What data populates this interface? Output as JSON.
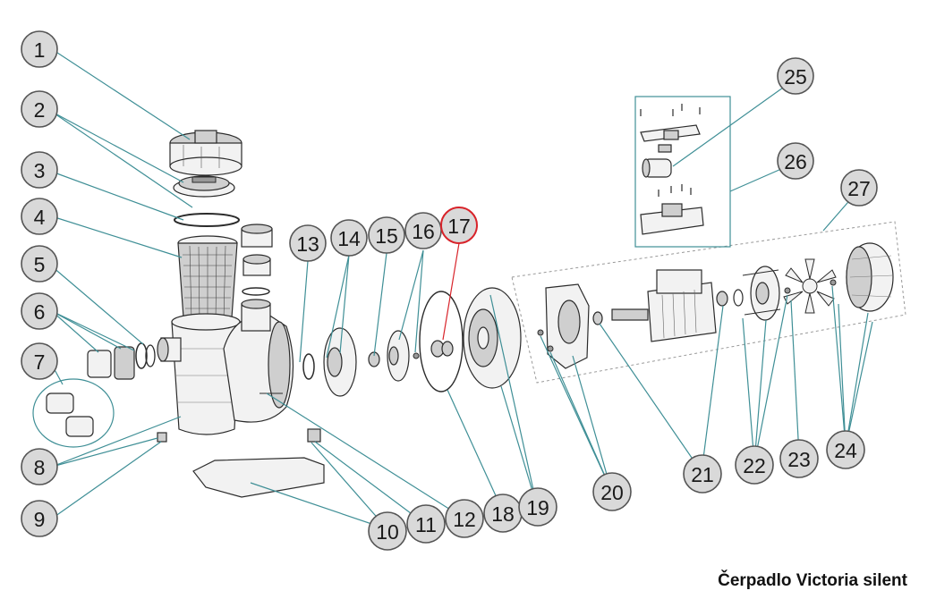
{
  "caption": "Čerpadlo Victoria silent",
  "callouts": [
    "1",
    "2",
    "3",
    "4",
    "5",
    "6",
    "7",
    "8",
    "9",
    "10",
    "11",
    "12",
    "13",
    "14",
    "15",
    "16",
    "17",
    "18",
    "19",
    "20",
    "21",
    "22",
    "23",
    "24",
    "25",
    "26",
    "27"
  ],
  "highlighted_callout": "17",
  "colors": {
    "leader": "#3f8f96",
    "highlight": "#d8232a",
    "callout_fill": "#d9d9d9"
  }
}
